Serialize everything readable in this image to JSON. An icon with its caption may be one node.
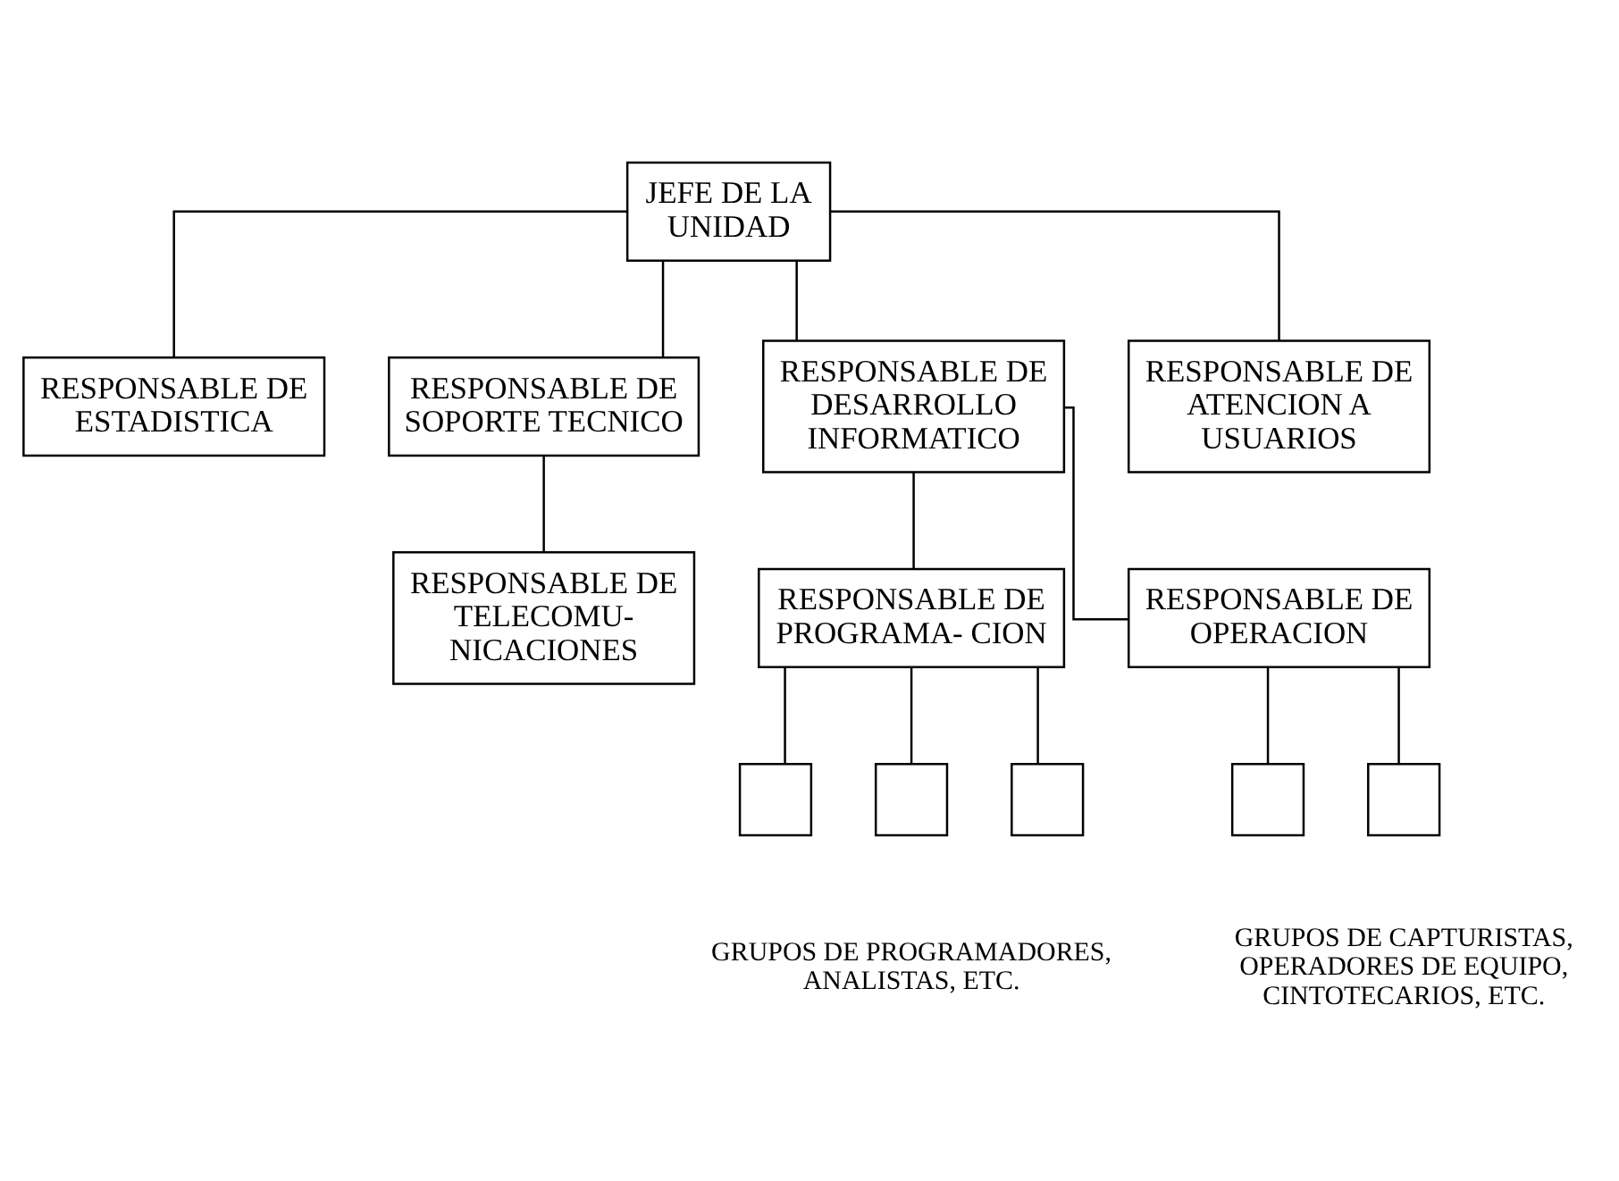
{
  "diagram": {
    "nodes": [
      {
        "text": [
          "JEFE DE LA UNIDAD"
        ]
      },
      {
        "text": [
          "RESPONSABLE DE ESTADISTICA"
        ]
      },
      {
        "text": [
          "RESPONSABLE DE SOPORTE TECNICO"
        ]
      },
      {
        "text": [
          "RESPONSABLE DE DESARROLLO INFORMATICO"
        ]
      },
      {
        "text": [
          "RESPONSABLE DE ATENCION A USUARIOS"
        ]
      },
      {
        "text": [
          "RESPONSABLE DE TELECOMU- NICACIONES"
        ]
      },
      {
        "text": [
          "RESPONSABLE DE PROGRAMA- CION"
        ]
      },
      {
        "text": [
          "RESPONSABLE DE OPERACION"
        ]
      },
      {
        "text": [],
        "shape": "box"
      },
      {
        "text": [],
        "shape": "box"
      },
      {
        "text": [],
        "shape": "box"
      },
      {
        "text": [],
        "shape": "box"
      },
      {
        "text": [],
        "shape": "box"
      }
    ],
    "edges": [
      {
        "from": 0,
        "to": 1,
        "arrow": "none"
      },
      {
        "from": 0,
        "to": 2,
        "arrow": "none"
      },
      {
        "from": 0,
        "to": 3,
        "arrow": "none"
      },
      {
        "from": 0,
        "to": 4,
        "arrow": "none"
      },
      {
        "from": 2,
        "to": 5,
        "arrow": "none"
      },
      {
        "from": 3,
        "to": 6,
        "arrow": "none"
      },
      {
        "from": 3,
        "to": 7,
        "arrow": "none"
      },
      {
        "from": 6,
        "to": 8,
        "arrow": "none"
      },
      {
        "from": 6,
        "to": 9,
        "arrow": "none"
      },
      {
        "from": 6,
        "to": 10,
        "arrow": "none"
      },
      {
        "from": 7,
        "to": 11,
        "arrow": "none"
      },
      {
        "from": 7,
        "to": 12,
        "arrow": "none"
      }
    ],
    "labels": [
      "GRUPOS DE PROGRAMADORES, ANALISTAS, ETC.",
      "GRUPOS DE CAPTURISTAS, OPERADORES DE EQUIPO, CINTOTECARIOS, ETC."
    ]
  }
}
